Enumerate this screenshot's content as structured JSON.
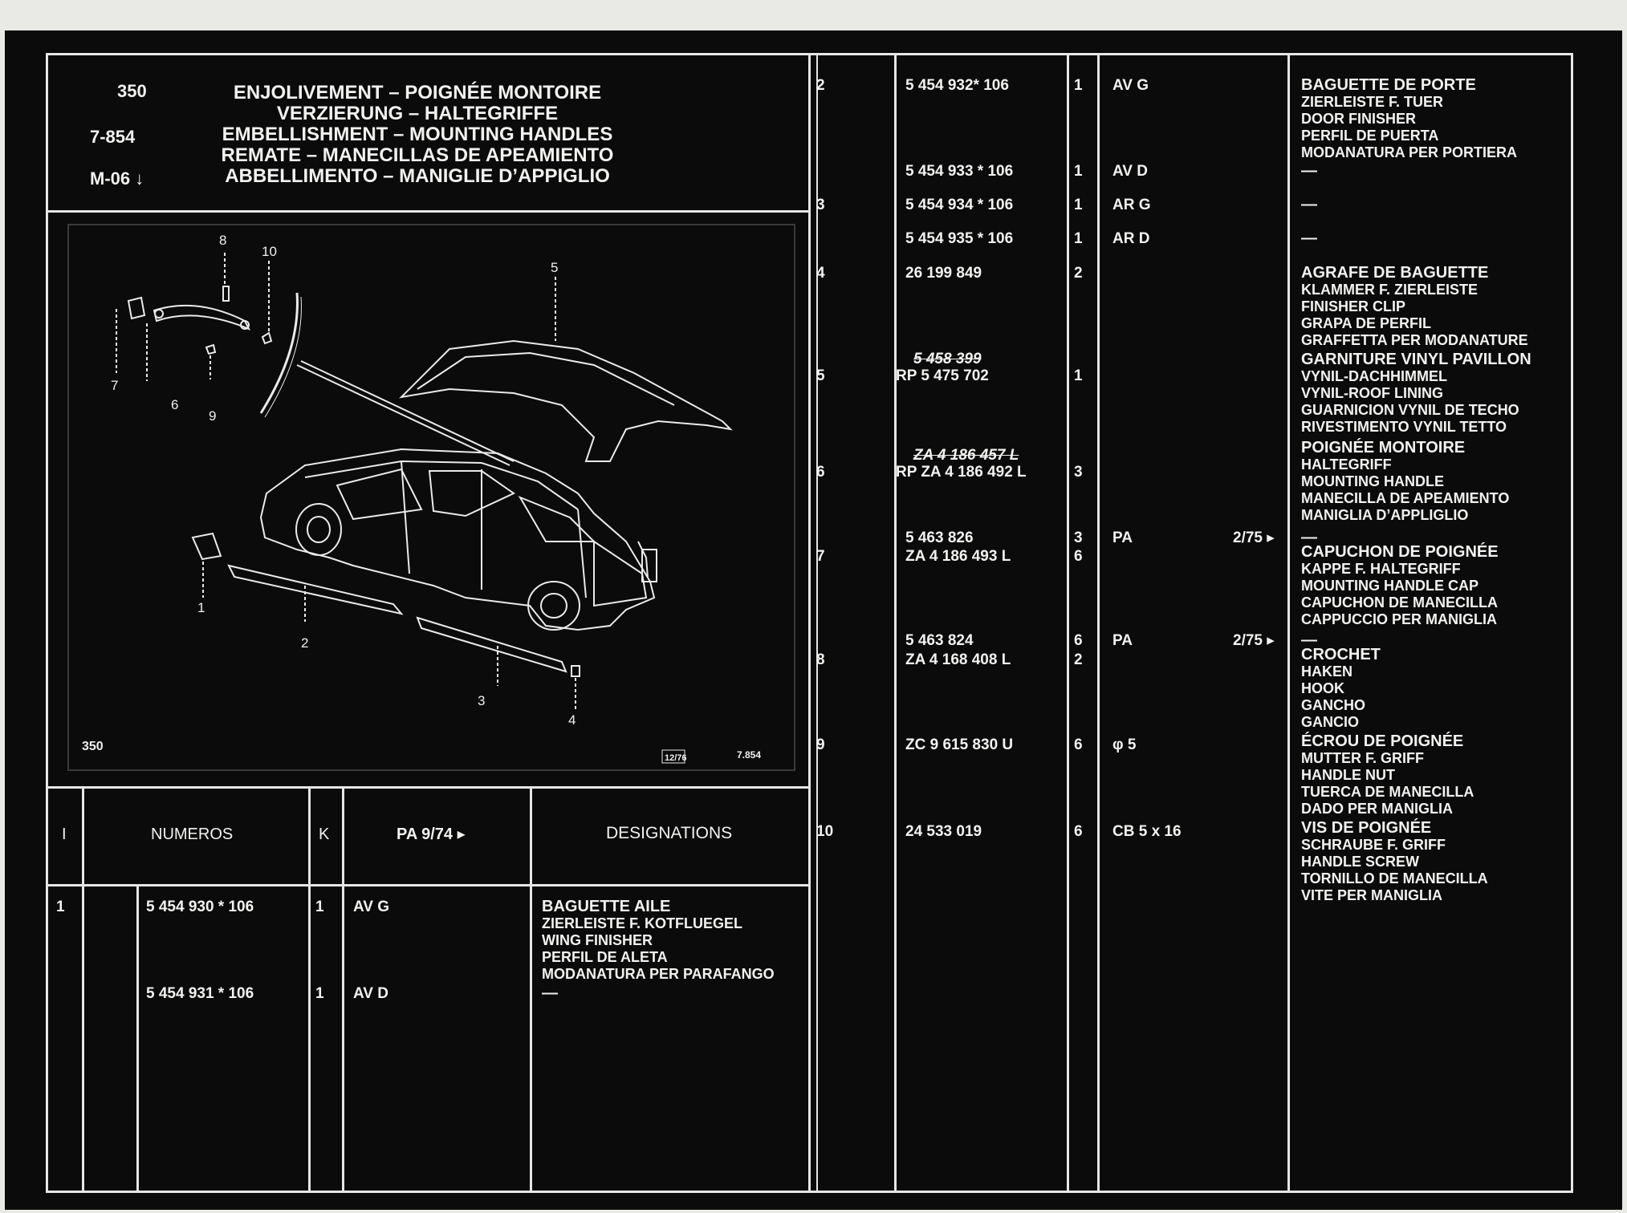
{
  "header": {
    "plate_no": "350",
    "ref": "7-854",
    "model": "M-06",
    "titles": [
      "ENJOLIVEMENT – POIGNÉE MONTOIRE",
      "VERZIERUNG – HALTEGRIFFE",
      "EMBELLISHMENT – MOUNTING HANDLES",
      "REMATE – MANECILLAS DE APEAMIENTO",
      "ABBELLIMENTO – MANIGLIE D’APPIGLIO"
    ]
  },
  "diagram": {
    "corner_left": "350",
    "date_box": "12/76",
    "corner_right": "7.854",
    "callouts": [
      "8",
      "10",
      "5",
      "7",
      "6",
      "9",
      "1",
      "2",
      "3",
      "4"
    ]
  },
  "table_header": {
    "col_i": "I",
    "col_numeros": "NUMEROS",
    "col_k": "K",
    "col_pa": "PA 9/74 ▸",
    "col_designations": "DESIGNATIONS"
  },
  "left_rows": [
    {
      "idx": "1",
      "num": "5 454 930 * 106",
      "k": "1",
      "pa": "AV G",
      "desc": [
        "BAGUETTE AILE",
        "ZIERLEISTE F. KOTFLUEGEL",
        "WING FINISHER",
        "PERFIL DE ALETA",
        "MODANATURA PER PARAFANGO"
      ]
    },
    {
      "idx": "",
      "num": "5 454 931 * 106",
      "k": "1",
      "pa": "AV D",
      "desc": [
        "—"
      ]
    }
  ],
  "right_rows": [
    {
      "idx": "2",
      "num": "5 454 932* 106",
      "k": "1",
      "pa": "AV G",
      "date": "",
      "desc": [
        "BAGUETTE DE PORTE",
        "ZIERLEISTE F. TUER",
        "DOOR FINISHER",
        "PERFIL DE PUERTA",
        "MODANATURA PER PORTIERA"
      ]
    },
    {
      "idx": "",
      "num": "5 454 933 * 106",
      "k": "1",
      "pa": "AV D",
      "date": "",
      "desc": [
        "—"
      ]
    },
    {
      "idx": "3",
      "num": "5 454 934 * 106",
      "k": "1",
      "pa": "AR G",
      "date": "",
      "desc": [
        "—"
      ]
    },
    {
      "idx": "",
      "num": "5 454 935 * 106",
      "k": "1",
      "pa": "AR D",
      "date": "",
      "desc": [
        "—"
      ]
    },
    {
      "idx": "4",
      "num": "26 199 849",
      "k": "2",
      "pa": "",
      "date": "",
      "desc": [
        "AGRAFE DE BAGUETTE",
        "KLAMMER F. ZIERLEISTE",
        "FINISHER CLIP",
        "GRAPA DE PERFIL",
        "GRAFFETTA PER MODANATURE"
      ]
    },
    {
      "idx": "5",
      "num_old": "5 458 399",
      "num": "RP 5 475 702",
      "k": "1",
      "pa": "",
      "date": "",
      "desc": [
        "GARNITURE VINYL PAVILLON",
        "VYNIL-DACHHIMMEL",
        "VYNIL-ROOF LINING",
        "GUARNICION VYNIL DE TECHO",
        "RIVESTIMENTO VYNIL TETTO"
      ]
    },
    {
      "idx": "6",
      "num_old": "ZA 4 186 457 L",
      "num": "RP ZA 4 186 492 L",
      "k": "3",
      "pa": "",
      "date": "",
      "desc": [
        "POIGNÉE MONTOIRE",
        "HALTEGRIFF",
        "MOUNTING HANDLE",
        "MANECILLA DE APEAMIENTO",
        "MANIGLIA D’APPLIGLIO"
      ]
    },
    {
      "idx": "",
      "num": "5 463 826",
      "k": "3",
      "pa": "PA",
      "date": "2/75 ▸",
      "desc": [
        "—"
      ]
    },
    {
      "idx": "7",
      "num": "ZA 4 186 493 L",
      "k": "6",
      "pa": "",
      "date": "",
      "desc": [
        "CAPUCHON DE POIGNÉE",
        "KAPPE F. HALTEGRIFF",
        "MOUNTING HANDLE CAP",
        "CAPUCHON DE MANECILLA",
        "CAPPUCCIO PER MANIGLIA"
      ]
    },
    {
      "idx": "",
      "num": "5 463 824",
      "k": "6",
      "pa": "PA",
      "date": "2/75 ▸",
      "desc": [
        "—"
      ]
    },
    {
      "idx": "8",
      "num": "ZA 4 168 408 L",
      "k": "2",
      "pa": "",
      "date": "",
      "desc": [
        "CROCHET",
        "HAKEN",
        "HOOK",
        "GANCHO",
        "GANCIO"
      ]
    },
    {
      "idx": "9",
      "num": "ZC 9 615 830 U",
      "k": "6",
      "pa": "φ 5",
      "date": "",
      "desc": [
        "ÉCROU DE POIGNÉE",
        "MUTTER F. GRIFF",
        "HANDLE NUT",
        "TUERCA DE MANECILLA",
        "DADO PER MANIGLIA"
      ]
    },
    {
      "idx": "10",
      "num": "24 533 019",
      "k": "6",
      "pa": "CB 5 x 16",
      "date": "",
      "desc": [
        "VIS DE POIGNÉE",
        "SCHRAUBE F. GRIFF",
        "HANDLE SCREW",
        "TORNILLO DE MANECILLA",
        "VITE PER MANIGLIA"
      ]
    }
  ]
}
